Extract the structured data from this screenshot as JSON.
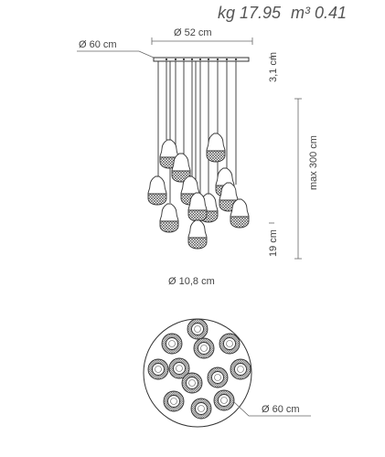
{
  "header": {
    "weight": "kg 17.95",
    "volume": "m³ 0.41"
  },
  "dimensions": {
    "canopy_diameter": "Ø 60 cm",
    "canopy_width": "Ø 52 cm",
    "canopy_height": "3,1 cm",
    "max_height": "max 300 cm",
    "pendant_height": "19 cm",
    "pendant_diameter": "Ø 10,8 cm",
    "plan_diameter": "Ø 60 cm"
  }
}
